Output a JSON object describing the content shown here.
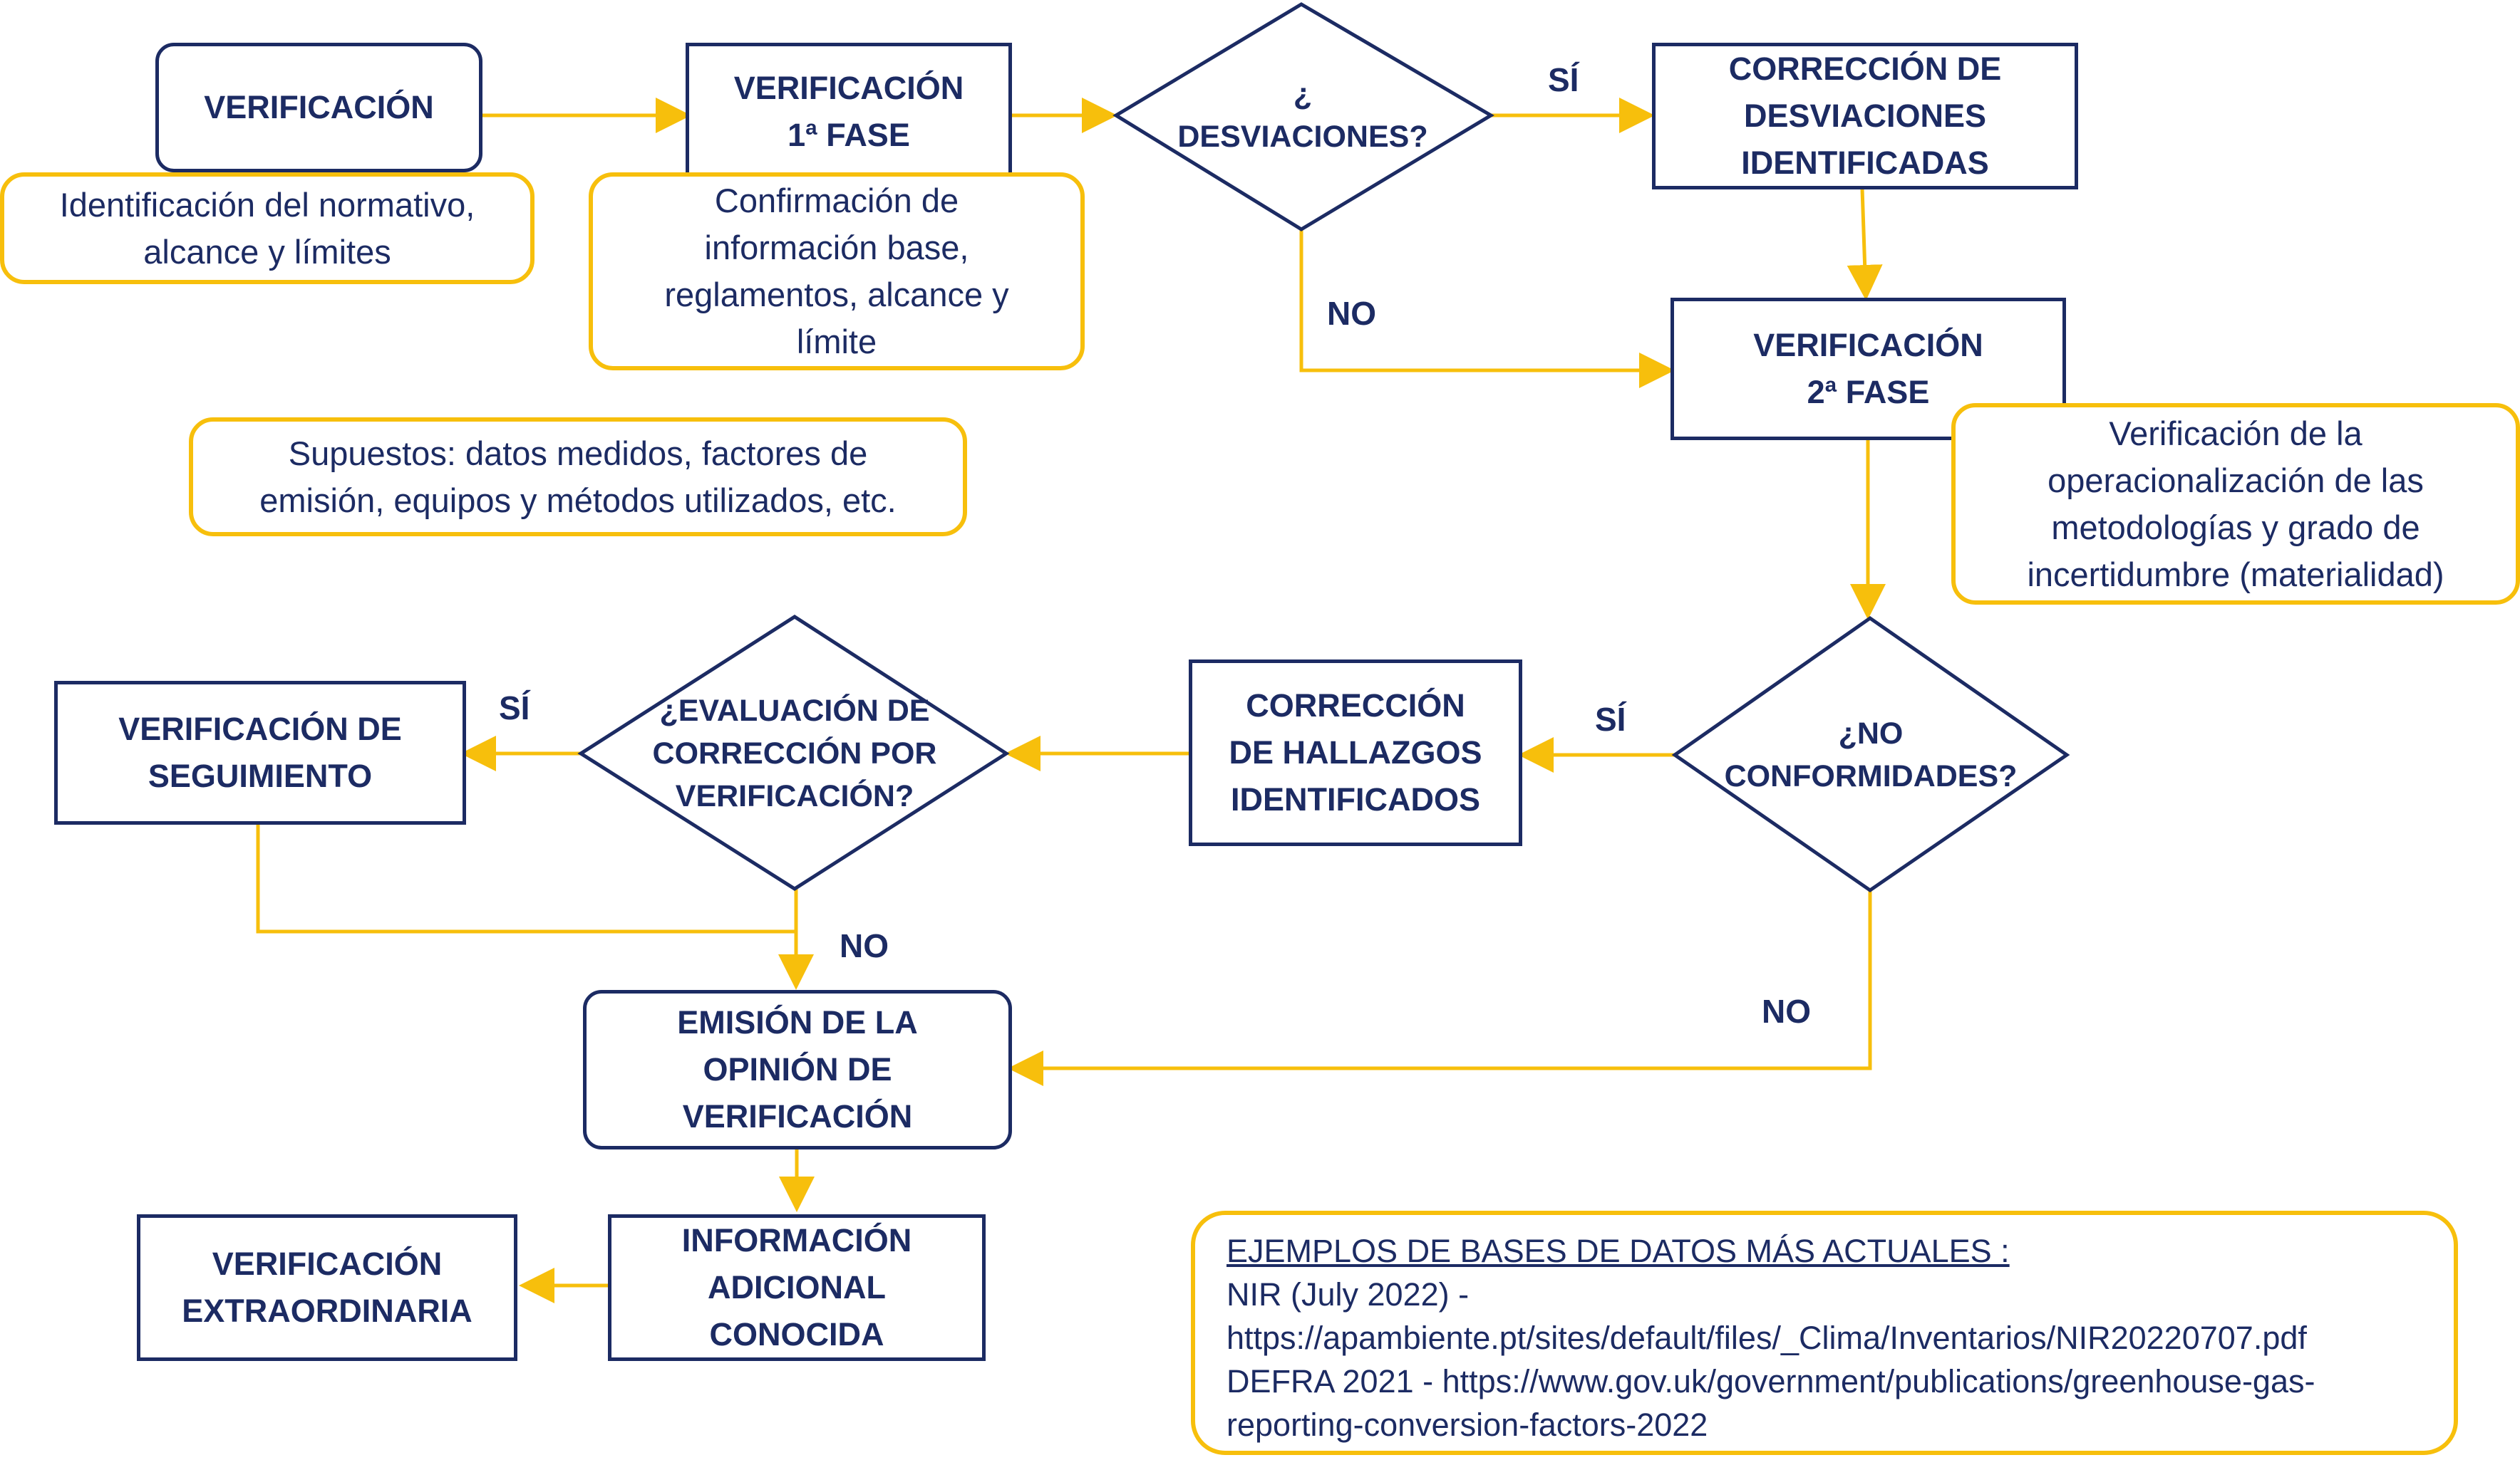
{
  "colors": {
    "navy": "#1c2b63",
    "accent": "#f7bf0c"
  },
  "nodes": {
    "verificacion": "VERIFICACIÓN",
    "fase1": "VERIFICACIÓN\n1ª FASE",
    "desviaciones": "¿\nDESVIACIONES?",
    "correccion_desv": "CORRECCIÓN DE\nDESVIACIONES\nIDENTIFICADAS",
    "fase2": "VERIFICACIÓN\n2ª FASE",
    "no_conformidades": "¿NO\nCONFORMIDADES?",
    "correccion_hallazgos": "CORRECCIÓN\nDE HALLAZGOS\nIDENTIFICADOS",
    "evaluacion": "¿EVALUACIÓN DE\nCORRECCIÓN POR\nVERIFICACIÓN?",
    "seguimiento": "VERIFICACIÓN DE\nSEGUIMIENTO",
    "emision": "EMISIÓN DE LA\nOPINIÓN DE\nVERIFICACIÓN",
    "informacion": "INFORMACIÓN\nADICIONAL\nCONOCIDA",
    "extraordinaria": "VERIFICACIÓN\nEXTRAORDINARIA"
  },
  "notes": {
    "identificacion": "Identificación del normativo,\nalcance y límites",
    "confirmacion": "Confirmación de\ninformación base,\nreglamentos, alcance y\nlímite",
    "supuestos": "Supuestos: datos medidos, factores de\nemisión, equipos y métodos utilizados, etc.",
    "operacionalizacion": "Verificación de la\noperacionalización de las\nmetodologías y grado de\nincertidumbre (materialidad)"
  },
  "edge_labels": {
    "si_1": "SÍ",
    "no_1": "NO",
    "si_2": "SÍ",
    "si_3": "SÍ",
    "no_2": "NO",
    "no_3": "NO"
  },
  "references": {
    "title": "EJEMPLOS DE BASES DE DATOS MÁS ACTUALES :",
    "lines": [
      "NIR (July 2022) -",
      "https://apambiente.pt/sites/default/files/_Clima/Inventarios/NIR20220707.pdf",
      "DEFRA 2021 - https://www.gov.uk/government/publications/greenhouse-gas-",
      "reporting-conversion-factors-2022"
    ]
  }
}
